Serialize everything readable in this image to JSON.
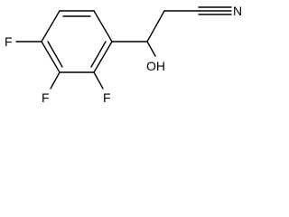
{
  "molecule": {
    "labels": {
      "f_para": "F",
      "f_meta": "F",
      "f_ortho": "F",
      "hydroxyl": "OH",
      "nitrile_n": "N"
    }
  }
}
